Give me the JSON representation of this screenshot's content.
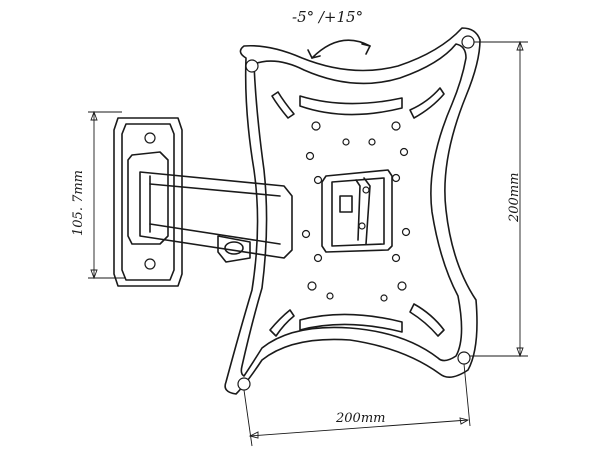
{
  "labels": {
    "tilt_range": "-5° /+15°",
    "arm_height": "105. 7mm",
    "vesa_height": "200mm",
    "vesa_width": "200mm"
  }
}
